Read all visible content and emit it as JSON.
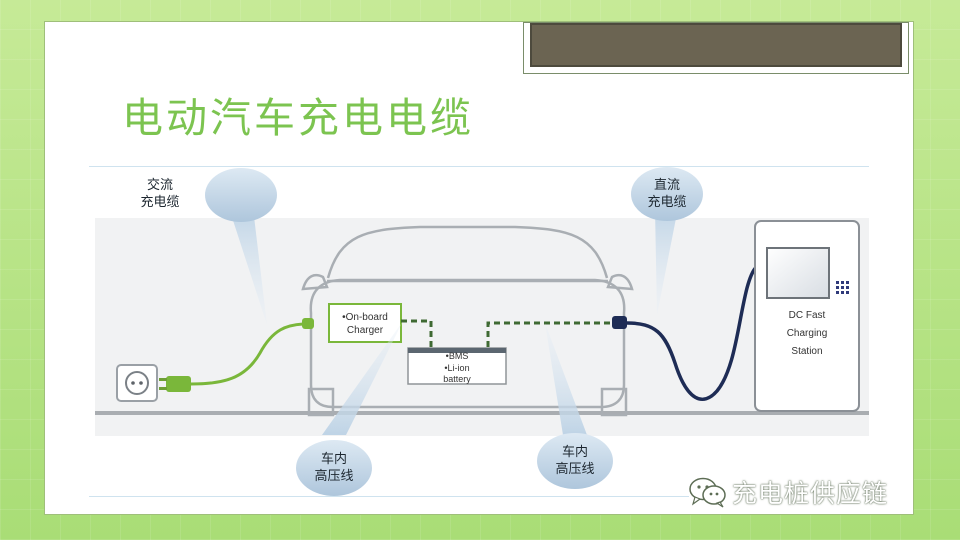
{
  "slide": {
    "title": "电动汽车充电电缆",
    "watermark": "充电桩供应链"
  },
  "diagram": {
    "callouts": {
      "ac_cable": [
        "交流",
        "充电缆"
      ],
      "dc_cable": [
        "直流",
        "充电缆"
      ],
      "hv_line_left": [
        "车内",
        "高压线"
      ],
      "hv_line_right": [
        "车内",
        "高压线"
      ]
    },
    "onboard_charger": [
      "•On-board",
      "Charger"
    ],
    "battery_pack": [
      "•BMS",
      "•Li-ion",
      "battery"
    ],
    "dc_station": [
      "DC Fast",
      "Charging",
      "Station"
    ]
  },
  "colors": {
    "ac_cable": "#7ab73a",
    "dc_cable": "#1e2c55",
    "hv_dashed": "#3f6a33",
    "title": "#7cc450",
    "callout_fill": "#c6d8e7"
  },
  "icons": [
    "wall-socket-icon",
    "ac-plug-icon",
    "dc-connector-icon",
    "wechat-icon"
  ]
}
